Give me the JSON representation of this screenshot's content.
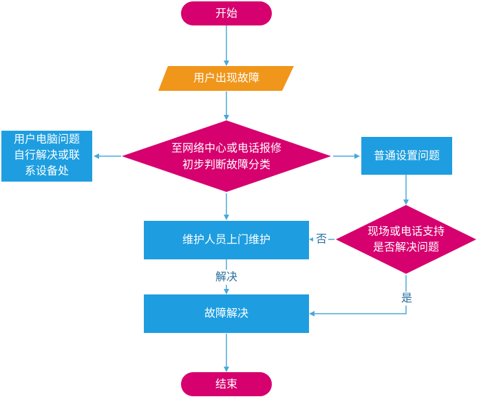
{
  "colors": {
    "terminal": "#d6006e",
    "io": "#f0961a",
    "process": "#1e9ee0",
    "decision": "#d6006e",
    "edge": "#4aa8d8",
    "edge_label": "#2a6f9e"
  },
  "nodes": {
    "start": {
      "label": "开始"
    },
    "fault": {
      "label": "用户出现故障"
    },
    "classify": {
      "lines": [
        "至网络中心或电话报修",
        "初步判断故障分类"
      ]
    },
    "self_solve": {
      "lines": [
        "用户电脑问题",
        "自行解决或联",
        "系设备处"
      ]
    },
    "general": {
      "label": "普通设置问题"
    },
    "support": {
      "lines": [
        "现场或电话支持",
        "是否解决问题"
      ]
    },
    "onsite": {
      "label": "维护人员上门维护"
    },
    "resolved": {
      "label": "故障解决"
    },
    "end": {
      "label": "结束"
    }
  },
  "edges": {
    "no_label": "否",
    "yes_label": "是",
    "solved_label": "解决"
  }
}
